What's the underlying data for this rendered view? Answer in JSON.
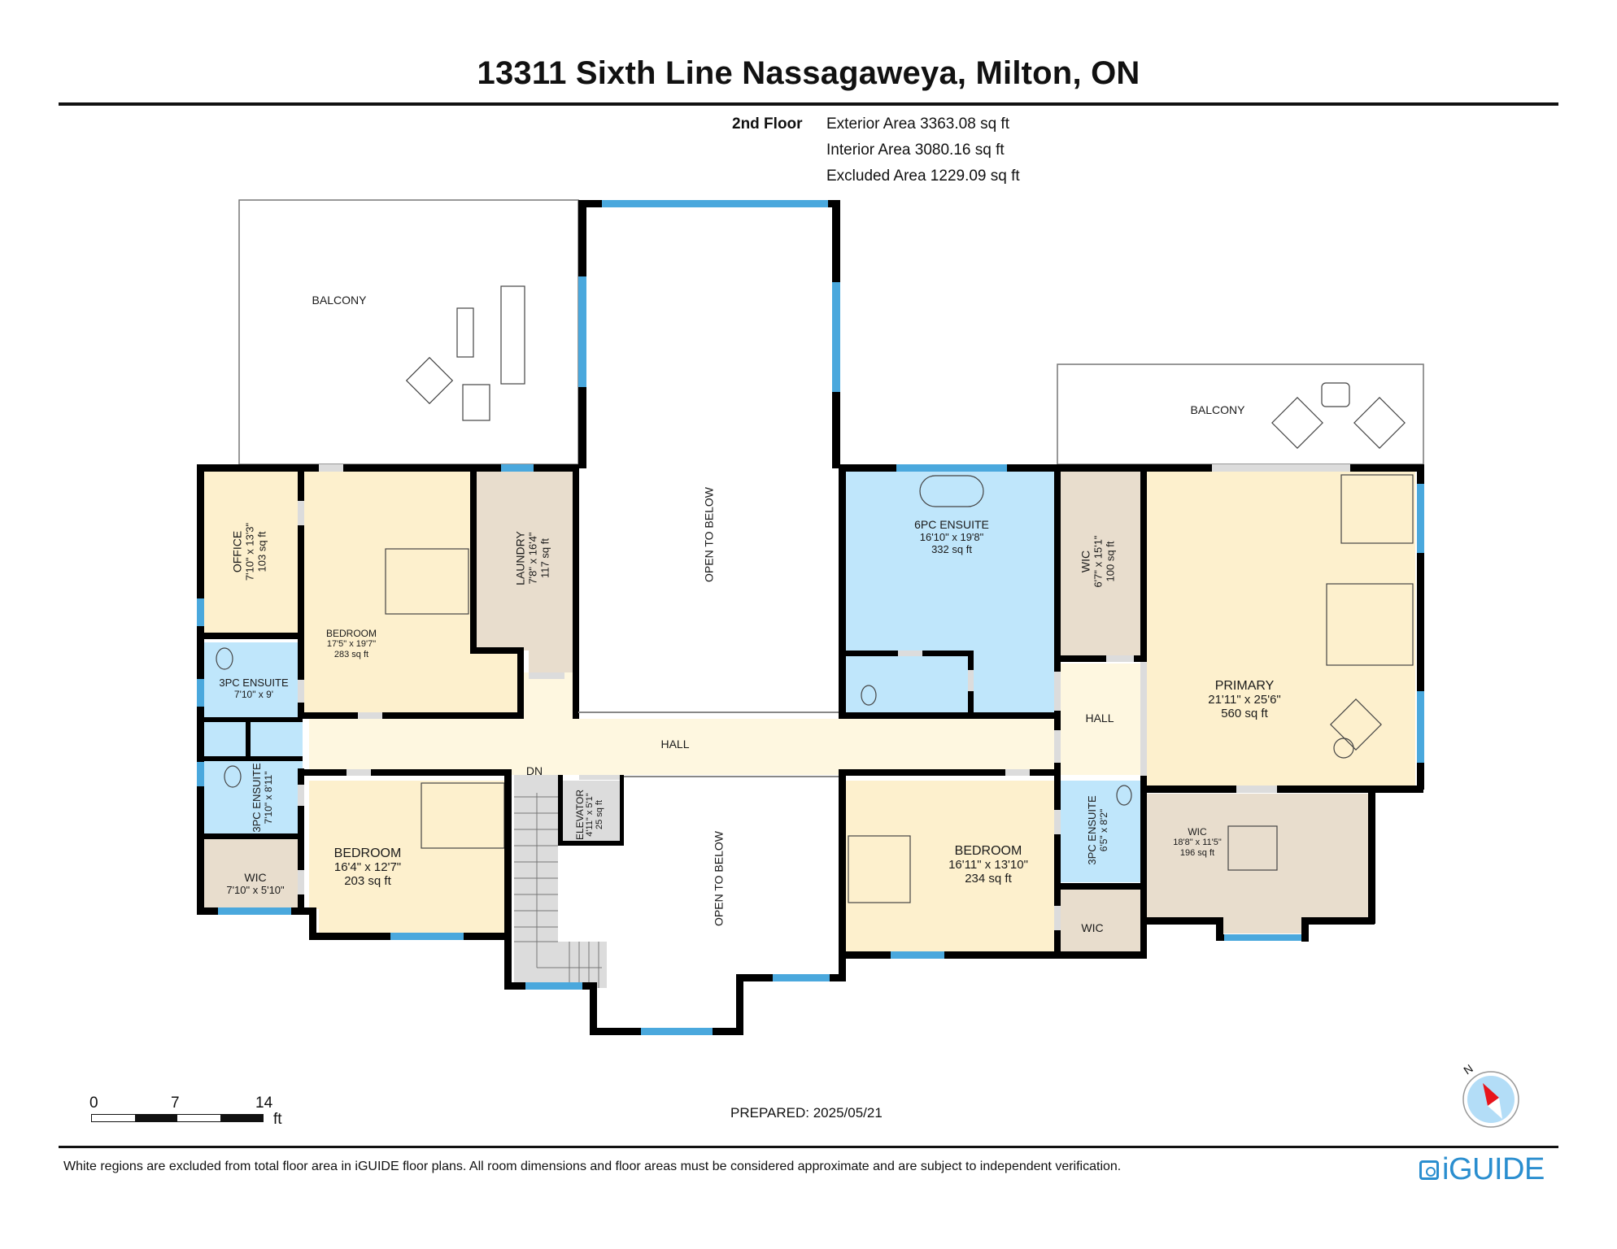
{
  "header": {
    "title": "13311 Sixth Line Nassagaweya, Milton, ON"
  },
  "floor_summary": {
    "floor_label": "2nd Floor",
    "exterior_area": "Exterior Area 3363.08 sq ft",
    "interior_area": "Interior Area 3080.16 sq ft",
    "excluded_area": "Excluded Area 1229.09 sq ft"
  },
  "rooms": {
    "balcony_left": {
      "name": "BALCONY"
    },
    "balcony_right": {
      "name": "BALCONY"
    },
    "open_below_top": {
      "name": "OPEN TO BELOW"
    },
    "open_below_bottom": {
      "name": "OPEN TO BELOW"
    },
    "office": {
      "name": "OFFICE",
      "dims": "7'10\" x 13'3\"",
      "area": "103 sq ft"
    },
    "bedroom_nw": {
      "name": "BEDROOM",
      "dims": "17'5\" x 19'7\"",
      "area": "283 sq ft"
    },
    "laundry": {
      "name": "LAUNDRY",
      "dims": "7'8\" x 16'4\"",
      "area": "117 sq ft"
    },
    "ensuite_3pc_a": {
      "name": "3PC ENSUITE",
      "dims": "7'10\" x 9'"
    },
    "ensuite_3pc_b": {
      "name": "3PC ENSUITE",
      "dims": "7'10\" x 8'11\""
    },
    "wic_sw": {
      "name": "WIC",
      "dims": "7'10\" x 5'10\""
    },
    "bedroom_sw": {
      "name": "BEDROOM",
      "dims": "16'4\" x 12'7\"",
      "area": "203 sq ft"
    },
    "hall_main": {
      "name": "HALL"
    },
    "stairs": {
      "label": "DN"
    },
    "elevator": {
      "name": "ELEVATOR",
      "dims": "4'11\" x 5'1\"",
      "area": "25 sq ft"
    },
    "ensuite_6pc": {
      "name": "6PC ENSUITE",
      "dims": "16'10\" x 19'8\"",
      "area": "332 sq ft"
    },
    "wic_ne": {
      "name": "WIC",
      "dims": "6'7\" x 15'1\"",
      "area": "100 sq ft"
    },
    "hall_east": {
      "name": "HALL"
    },
    "primary": {
      "name": "PRIMARY",
      "dims": "21'11\" x 25'6\"",
      "area": "560 sq ft"
    },
    "bedroom_se": {
      "name": "BEDROOM",
      "dims": "16'11\" x 13'10\"",
      "area": "234 sq ft"
    },
    "ensuite_3pc_c": {
      "name": "3PC ENSUITE",
      "dims": "6'5\" x 8'2\""
    },
    "wic_small": {
      "name": "WIC"
    },
    "wic_primary": {
      "name": "WIC",
      "dims": "18'8\" x 11'5\"",
      "area": "196 sq ft"
    }
  },
  "colors": {
    "bedroom": "#FDF0CD",
    "bathroom": "#BFE6FB",
    "closet": "#E8DDCD",
    "hall": "#FEF7E0",
    "stairs": "#DCDCDC",
    "wall": "#000000",
    "window": "#4AA8DD",
    "door_gap": "#DCDCDC",
    "logo": "#2A8ECF",
    "compass_face": "#B3DDF7",
    "compass_needle": "#E8141B"
  },
  "scale_bar": {
    "ticks": [
      "0",
      "7",
      "14"
    ],
    "unit": "ft"
  },
  "prepared": "PREPARED: 2025/05/21",
  "compass": {
    "label": "N"
  },
  "footer": {
    "disclaimer": "White regions are excluded from total floor area in iGUIDE floor plans. All room dimensions and floor areas must be considered approximate and are subject to independent verification.",
    "logo_text": "iGUIDE"
  }
}
